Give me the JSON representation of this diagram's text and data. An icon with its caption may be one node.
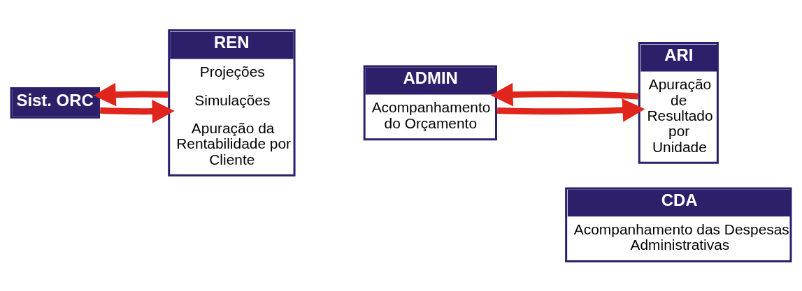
{
  "diagram": {
    "nodes": [
      {
        "text": [
          "Sist. ORC"
        ]
      },
      {
        "text": [
          "REN",
          "Projeções",
          "Simulações",
          "Apuração da Rentabilidade por Cliente"
        ]
      },
      {
        "text": [
          "ADMIN",
          "Acompanhamento do Orçamento"
        ]
      },
      {
        "text": [
          "CDA",
          "Acompanhamento das Despesas Administrativas"
        ]
      },
      {
        "text": [
          "ARI",
          "Apuração de Resultado por Unidade"
        ]
      }
    ],
    "edges": [
      {
        "from": 1,
        "to": 0,
        "arrow": "to"
      },
      {
        "from": 0,
        "to": 1,
        "arrow": "to"
      },
      {
        "from": 4,
        "to": 2,
        "arrow": "to"
      },
      {
        "from": 2,
        "to": 4,
        "arrow": "to"
      }
    ]
  }
}
